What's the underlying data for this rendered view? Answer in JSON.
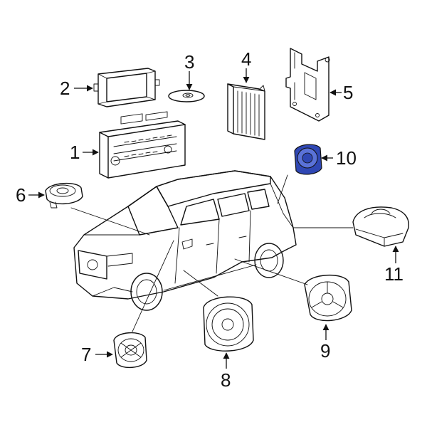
{
  "diagram": {
    "callouts": [
      {
        "id": "1",
        "label": "1"
      },
      {
        "id": "2",
        "label": "2"
      },
      {
        "id": "3",
        "label": "3"
      },
      {
        "id": "4",
        "label": "4"
      },
      {
        "id": "5",
        "label": "5"
      },
      {
        "id": "6",
        "label": "6"
      },
      {
        "id": "7",
        "label": "7"
      },
      {
        "id": "8",
        "label": "8"
      },
      {
        "id": "9",
        "label": "9"
      },
      {
        "id": "10",
        "label": "10"
      },
      {
        "id": "11",
        "label": "11"
      }
    ],
    "colors": {
      "line": "#111111",
      "highlight_fill": "#2f47b4",
      "highlight_inner": "#5a72d8",
      "background": "#ffffff"
    }
  }
}
